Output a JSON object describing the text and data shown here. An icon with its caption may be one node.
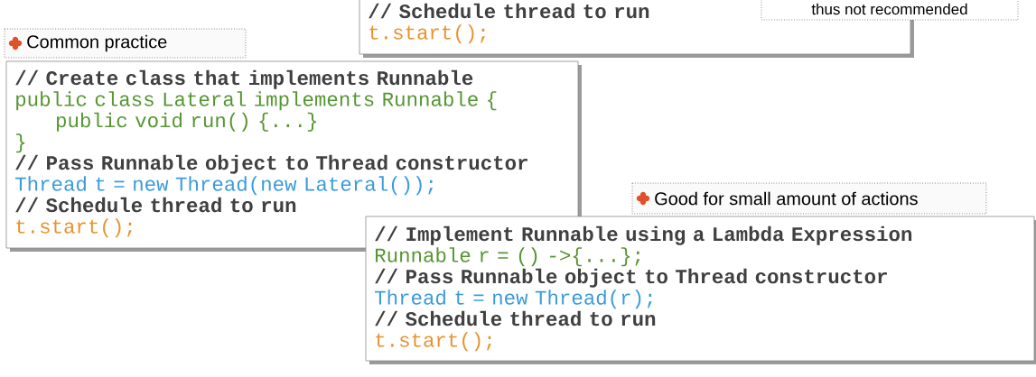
{
  "diagram": {
    "nodes": [
      {
        "text": [
          "// Schedule thread to run",
          "t.start();"
        ]
      },
      {
        "text": [
          "thus not recommended"
        ]
      },
      {
        "text": [
          "Common practice"
        ]
      },
      {
        "text": [
          "// Create class that implements Runnable",
          "public class Lateral implements Runnable {",
          "public void run() {...}",
          "}",
          "// Pass Runnable object to Thread constructor",
          "Thread t = new Thread(new Lateral());",
          "// Schedule thread to run",
          "t.start();"
        ]
      },
      {
        "text": [
          "Good for small amount of actions"
        ]
      },
      {
        "text": [
          "// Implement Runnable using a Lambda Expression",
          "Runnable r = () ->{...};",
          "// Pass Runnable object to Thread constructor",
          "Thread t = new Thread(r);",
          "// Schedule thread to run",
          "t.start();"
        ]
      }
    ]
  }
}
